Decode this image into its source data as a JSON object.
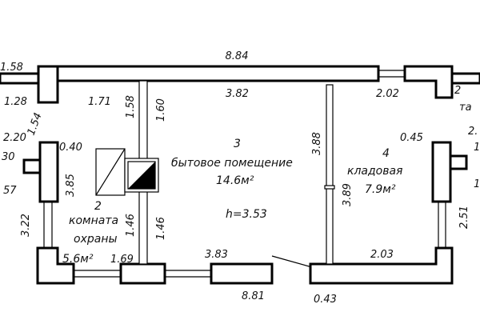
{
  "dimensions": {
    "top_overall": "8.84",
    "top_left_stub": "1.58",
    "left_top_wall": "1.28",
    "room2_top": "1.71",
    "partition_left": "1.58",
    "partition_right": "1.60",
    "room3_top": "3.82",
    "room4_top": "2.02",
    "right_stub_top": "2",
    "right_label_partial": "та",
    "right_stub_mid": "2.",
    "left_diag": "1.54",
    "left_window_top": "0.40",
    "left_offset": "2.20",
    "left_stub": "30",
    "left_height": "3.85",
    "left_edge": "57",
    "left_low": "3.22",
    "partition_lower_left": "1.46",
    "partition_lower_right": "1.46",
    "room2_bottom_a": "5.6",
    "room2_bottom_b": "1.69",
    "room3_bottom": "3.83",
    "bottom_overall": "8.81",
    "room4_bottom": "2.03",
    "door_offset": "0.43",
    "room3_right_height": "3.88",
    "room4_left_height": "3.89",
    "right_window_top": "0.45",
    "right_height": "2.51",
    "right_edge_a": "1",
    "right_edge_b": "1"
  },
  "rooms": [
    {
      "number": "2",
      "name_line1": "комната",
      "name_line2": "охраны",
      "area": "5.6м²"
    },
    {
      "number": "3",
      "name_line1": "бытовое помещение",
      "area": "14.6м²",
      "height": "h=3.53"
    },
    {
      "number": "4",
      "name_line1": "кладовая",
      "area": "7.9м²"
    }
  ]
}
